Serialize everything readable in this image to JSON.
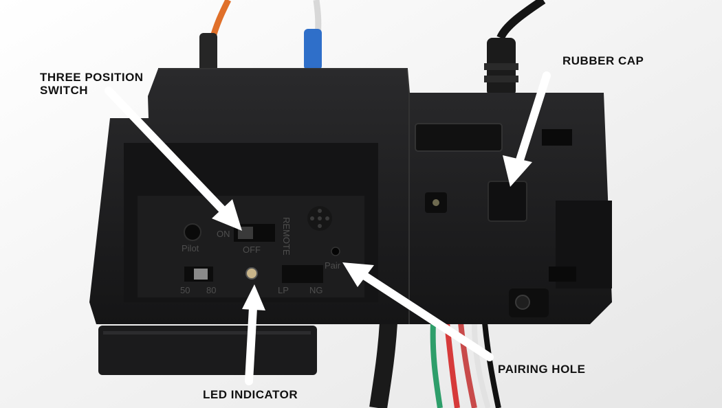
{
  "callouts": {
    "switch_line1": "THREE POSITION",
    "switch_line2": "SWITCH",
    "rubber_cap": "RUBBER CAP",
    "pairing_hole": "PAIRING HOLE",
    "led_indicator": "LED INDICATOR"
  },
  "panel_markings": {
    "on": "ON",
    "off": "OFF",
    "remote": "REMOTE",
    "pilot": "Pilot",
    "pair": "Pair",
    "speed_50": "50",
    "speed_80": "80",
    "lp": "LP",
    "ng": "NG"
  },
  "colors": {
    "housing": "#1f1f21",
    "wire_orange": "#e0702a",
    "wire_blue": "#2f6fc9",
    "wire_green": "#2e9e6a",
    "wire_red": "#d63a3a",
    "arrow": "#ffffff"
  }
}
